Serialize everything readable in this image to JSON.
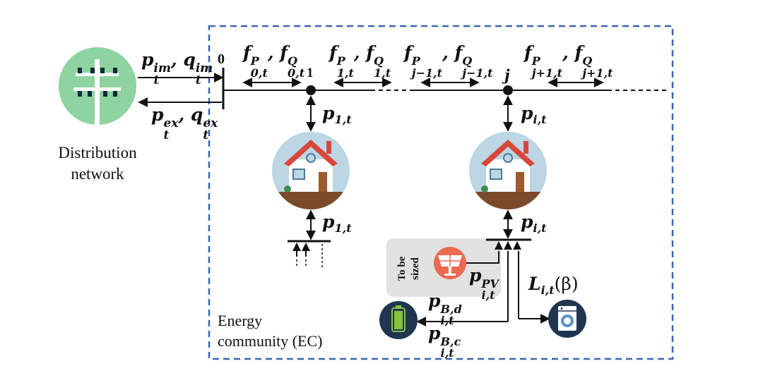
{
  "nodes": {
    "node0": "0",
    "node1": "1",
    "nodej": "j"
  },
  "labels": {
    "distribution_network": [
      "Distribution",
      "network"
    ],
    "energy_community": [
      "Energy",
      "community (EC)"
    ],
    "to_be_sized": [
      "To be",
      "sized"
    ]
  },
  "flows": {
    "import": {
      "base1": "p",
      "sup1": "im",
      "sub1": "t",
      "base2": "q",
      "sup2": "im",
      "sub2": "t"
    },
    "export": {
      "base1": "p",
      "sup1": "ex",
      "sub1": "t",
      "base2": "q",
      "sup2": "ex",
      "sub2": "t"
    },
    "f0": {
      "base": "f",
      "supP": "P",
      "supQ": "Q",
      "sub": "0,t"
    },
    "f1": {
      "base": "f",
      "supP": "P",
      "supQ": "Q",
      "sub": "1,t"
    },
    "fjm1": {
      "base": "f",
      "supP": "P",
      "supQ": "Q",
      "sub": "j−1,t"
    },
    "fjp1": {
      "base": "f",
      "supP": "P",
      "supQ": "Q",
      "sub": "j+1,t"
    },
    "p1_top": {
      "base": "p",
      "sub": "1,t"
    },
    "p1_bot": {
      "base": "p",
      "sub": "1,t"
    },
    "pi_top": {
      "base": "p",
      "sub": "i,t"
    },
    "pi_bot": {
      "base": "p",
      "sub": "i,t"
    },
    "ppv": {
      "base": "p",
      "sub": "i,t",
      "sup": "PV"
    },
    "pbd": {
      "base": "p",
      "sub": "i,t",
      "sup": "B,d"
    },
    "pbc": {
      "base": "p",
      "sub": "i,t",
      "sup": "B,c"
    },
    "load": {
      "base": "L",
      "sub": "i,t",
      "arg": "(β)"
    }
  },
  "colors": {
    "boundary": "#3a66b0",
    "grid_circle": "#8fd3a0",
    "house_circle": "#bcd6e3",
    "roof": "#d9463a",
    "ground": "#7a4a2a",
    "pv_circle": "#ec6a52",
    "battery_circle": "#1f3550",
    "battery_cell": "#86c340",
    "washer_circle": "#1f3550",
    "pv_box": "#e2e2e2"
  }
}
